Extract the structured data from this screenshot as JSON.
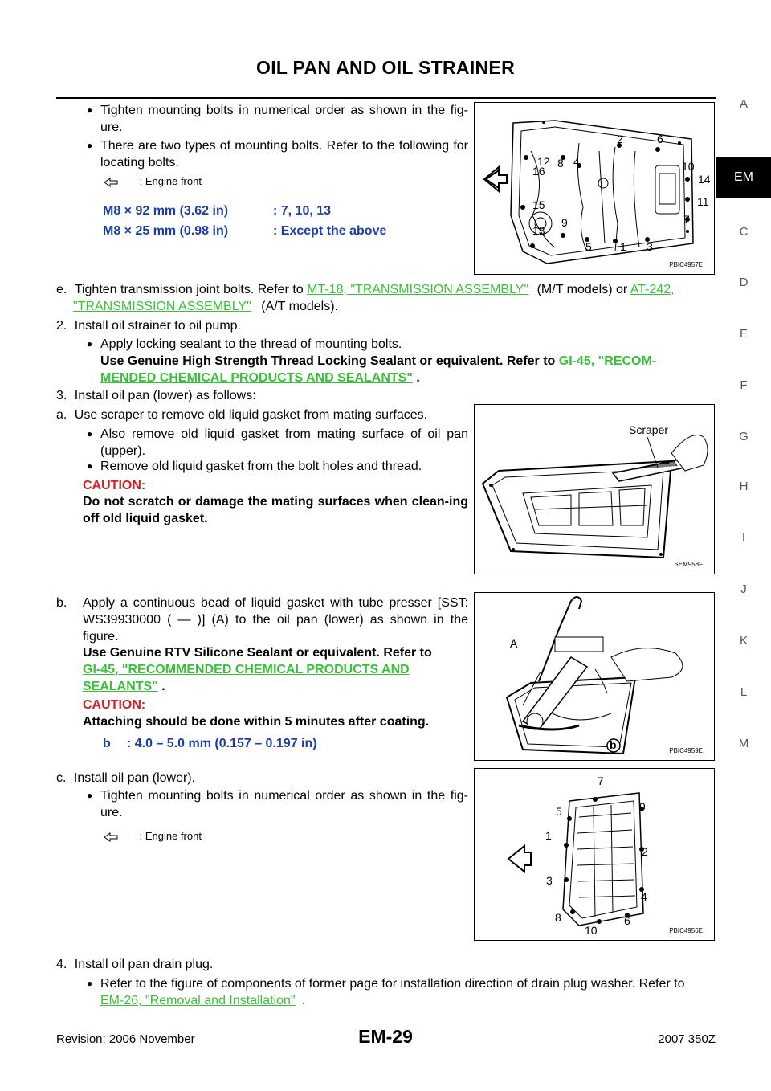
{
  "header": {
    "title": "OIL PAN AND OIL STRAINER"
  },
  "side_index": [
    "A",
    "EM",
    "C",
    "D",
    "E",
    "F",
    "G",
    "H",
    "I",
    "J",
    "K",
    "L",
    "M"
  ],
  "side_index_active": "EM",
  "section1": {
    "bullet1": "Tighten mounting bolts in numerical order as shown in the fig-ure.",
    "bullet2": "There are two types of mounting bolts. Refer to the following for locating bolts.",
    "legend": ": Engine front",
    "spec1_label": "M8 × 92 mm (3.62 in)",
    "spec1_value": ": 7, 10, 13",
    "spec2_label": "M8 × 25 mm (0.98 in)",
    "spec2_value": ": Except the above",
    "figure_code": "PBIC4957E",
    "figure_numbers": [
      "2",
      "6",
      "12",
      "8",
      "4",
      "16",
      "10",
      "14",
      "11",
      "15",
      "9",
      "7",
      "13",
      "5",
      "1",
      "3"
    ]
  },
  "step_e": {
    "prefix": "e.",
    "text_before": "Tighten transmission joint bolts. Refer to",
    "link1": "MT-18, \"TRANSMISSION ASSEMBLY\"",
    "text_middle": "(M/T models) or",
    "link2a": "AT-242,",
    "link2b": "\"TRANSMISSION ASSEMBLY\"",
    "text_after": "(A/T models)."
  },
  "step2": {
    "prefix": "2.",
    "text": "Install oil strainer to oil pump.",
    "bullet": "Apply locking sealant to the thread of mounting bolts.",
    "bold_text": "Use Genuine High Strength Thread Locking Sealant or equivalent. Refer to",
    "link_a": "GI-45, \"RECOM-",
    "link_b": "MENDED CHEMICAL PRODUCTS AND SEALANTS\"",
    "end": "."
  },
  "step3": {
    "prefix": "3.",
    "text": "Install oil pan (lower) as follows:"
  },
  "step_a": {
    "prefix": "a.",
    "text": "Use scraper to remove old liquid gasket from mating surfaces.",
    "bullet1": "Also remove old liquid gasket from mating surface of oil pan (upper).",
    "bullet2": "Remove old liquid gasket from the bolt holes and thread.",
    "caution_title": "CAUTION:",
    "caution_text": "Do not scratch or damage the mating surfaces when clean-ing off old liquid gasket.",
    "figure_label": "Scraper",
    "figure_code": "SEM958F"
  },
  "step_b": {
    "prefix": "b.",
    "text": "Apply a continuous bead of liquid gasket with tube presser [SST: WS39930000 (    —    )] (A) to the oil pan (lower) as shown in the figure.",
    "bold_text": "Use Genuine RTV Silicone Sealant or equivalent. Refer to",
    "link_a": "GI-45, \"RECOMMENDED CHEMICAL PRODUCTS AND",
    "link_b": "SEALANTS\"",
    "end": ".",
    "caution_title": "CAUTION:",
    "caution_text": "Attaching should be done within 5 minutes after coating.",
    "spec_label": "b",
    "spec_value": ": 4.0 – 5.0 mm (0.157 – 0.197 in)",
    "figure_label_a": "A",
    "figure_label_b": "b",
    "figure_code": "PBIC4959E"
  },
  "step_c": {
    "prefix": "c.",
    "text": "Install oil pan (lower).",
    "bullet": "Tighten mounting bolts in numerical order as shown in the fig-ure.",
    "legend": ": Engine front",
    "figure_code": "PBIC4956E",
    "figure_numbers": [
      "7",
      "5",
      "9",
      "1",
      "2",
      "3",
      "4",
      "8",
      "6",
      "10"
    ]
  },
  "step4": {
    "prefix": "4.",
    "text": "Install oil pan drain plug.",
    "bullet": "Refer to the figure of components of former page for installation direction of drain plug washer. Refer to",
    "link": "EM-26, \"Removal and Installation\"",
    "end": "."
  },
  "footer": {
    "revision": "Revision: 2006 November",
    "page": "EM-29",
    "model": "2007 350Z"
  }
}
